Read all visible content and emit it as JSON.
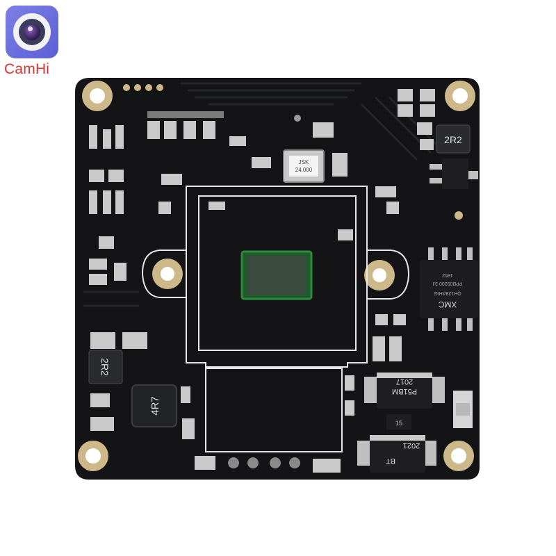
{
  "brand": {
    "name": "CamHi",
    "icon": "camera-lens-icon",
    "color": "#d83434"
  },
  "board": {
    "pcb_color": "#141416",
    "marking_color": "#e8e8e8",
    "labels": {
      "inductor_top": "2R2",
      "inductor_left": "2R2",
      "inductor_main": "4R7",
      "crystal_line1": "JSK",
      "crystal_line2": "24.000",
      "diode_top_line1": "P51BM",
      "diode_top_line2": "2017",
      "diode_bottom_line1": "BT",
      "diode_bottom_line2": "2021",
      "flash_line1": "XMC",
      "flash_line2": "QH128AHIG",
      "flash_line3": "PPB09200 3J",
      "flash_line4": "1952",
      "small_chip": "15"
    }
  }
}
